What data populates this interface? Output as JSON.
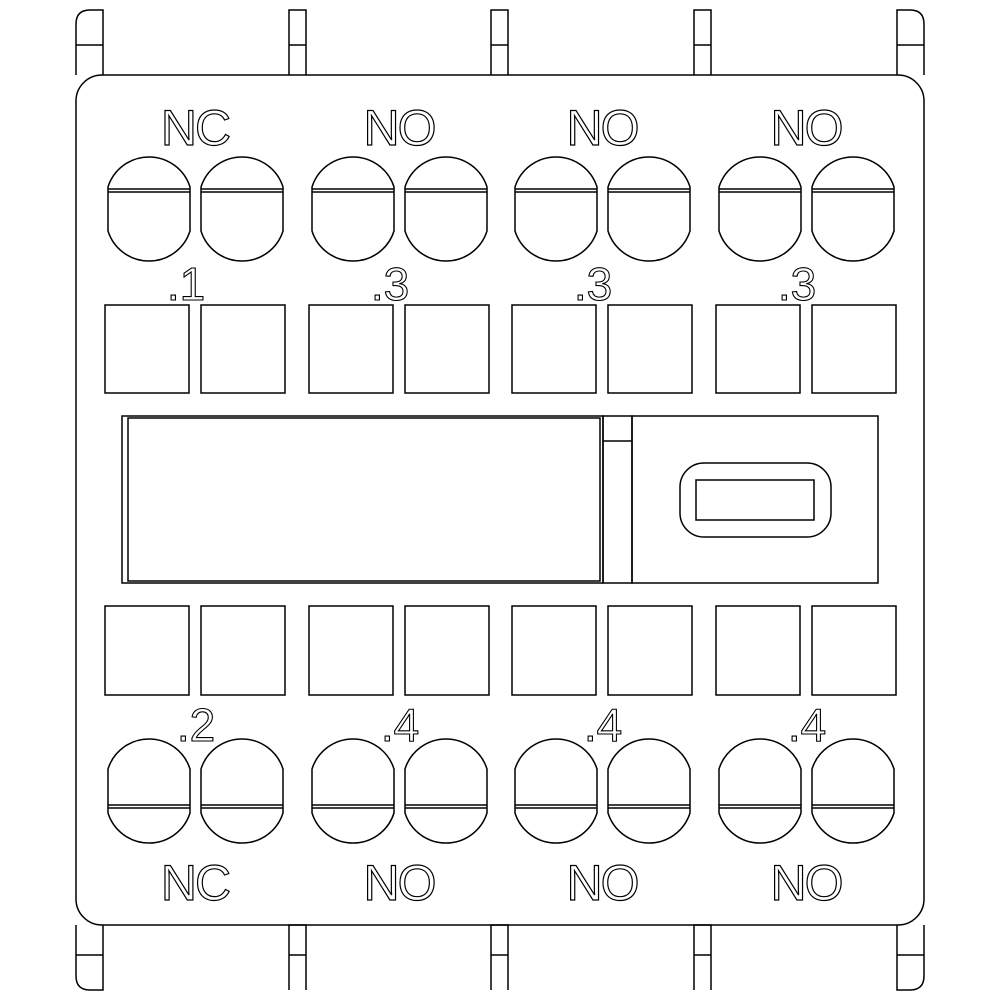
{
  "drawing": {
    "top_labels": [
      "NC",
      "NO",
      "NO",
      "NO"
    ],
    "top_numbers": [
      ".1",
      ".3",
      ".3",
      ".3"
    ],
    "bottom_numbers": [
      ".2",
      ".4",
      ".4",
      ".4"
    ],
    "bottom_labels": [
      "NC",
      "NO",
      "NO",
      "NO"
    ],
    "line_color": "#000000",
    "background": "#ffffff"
  }
}
